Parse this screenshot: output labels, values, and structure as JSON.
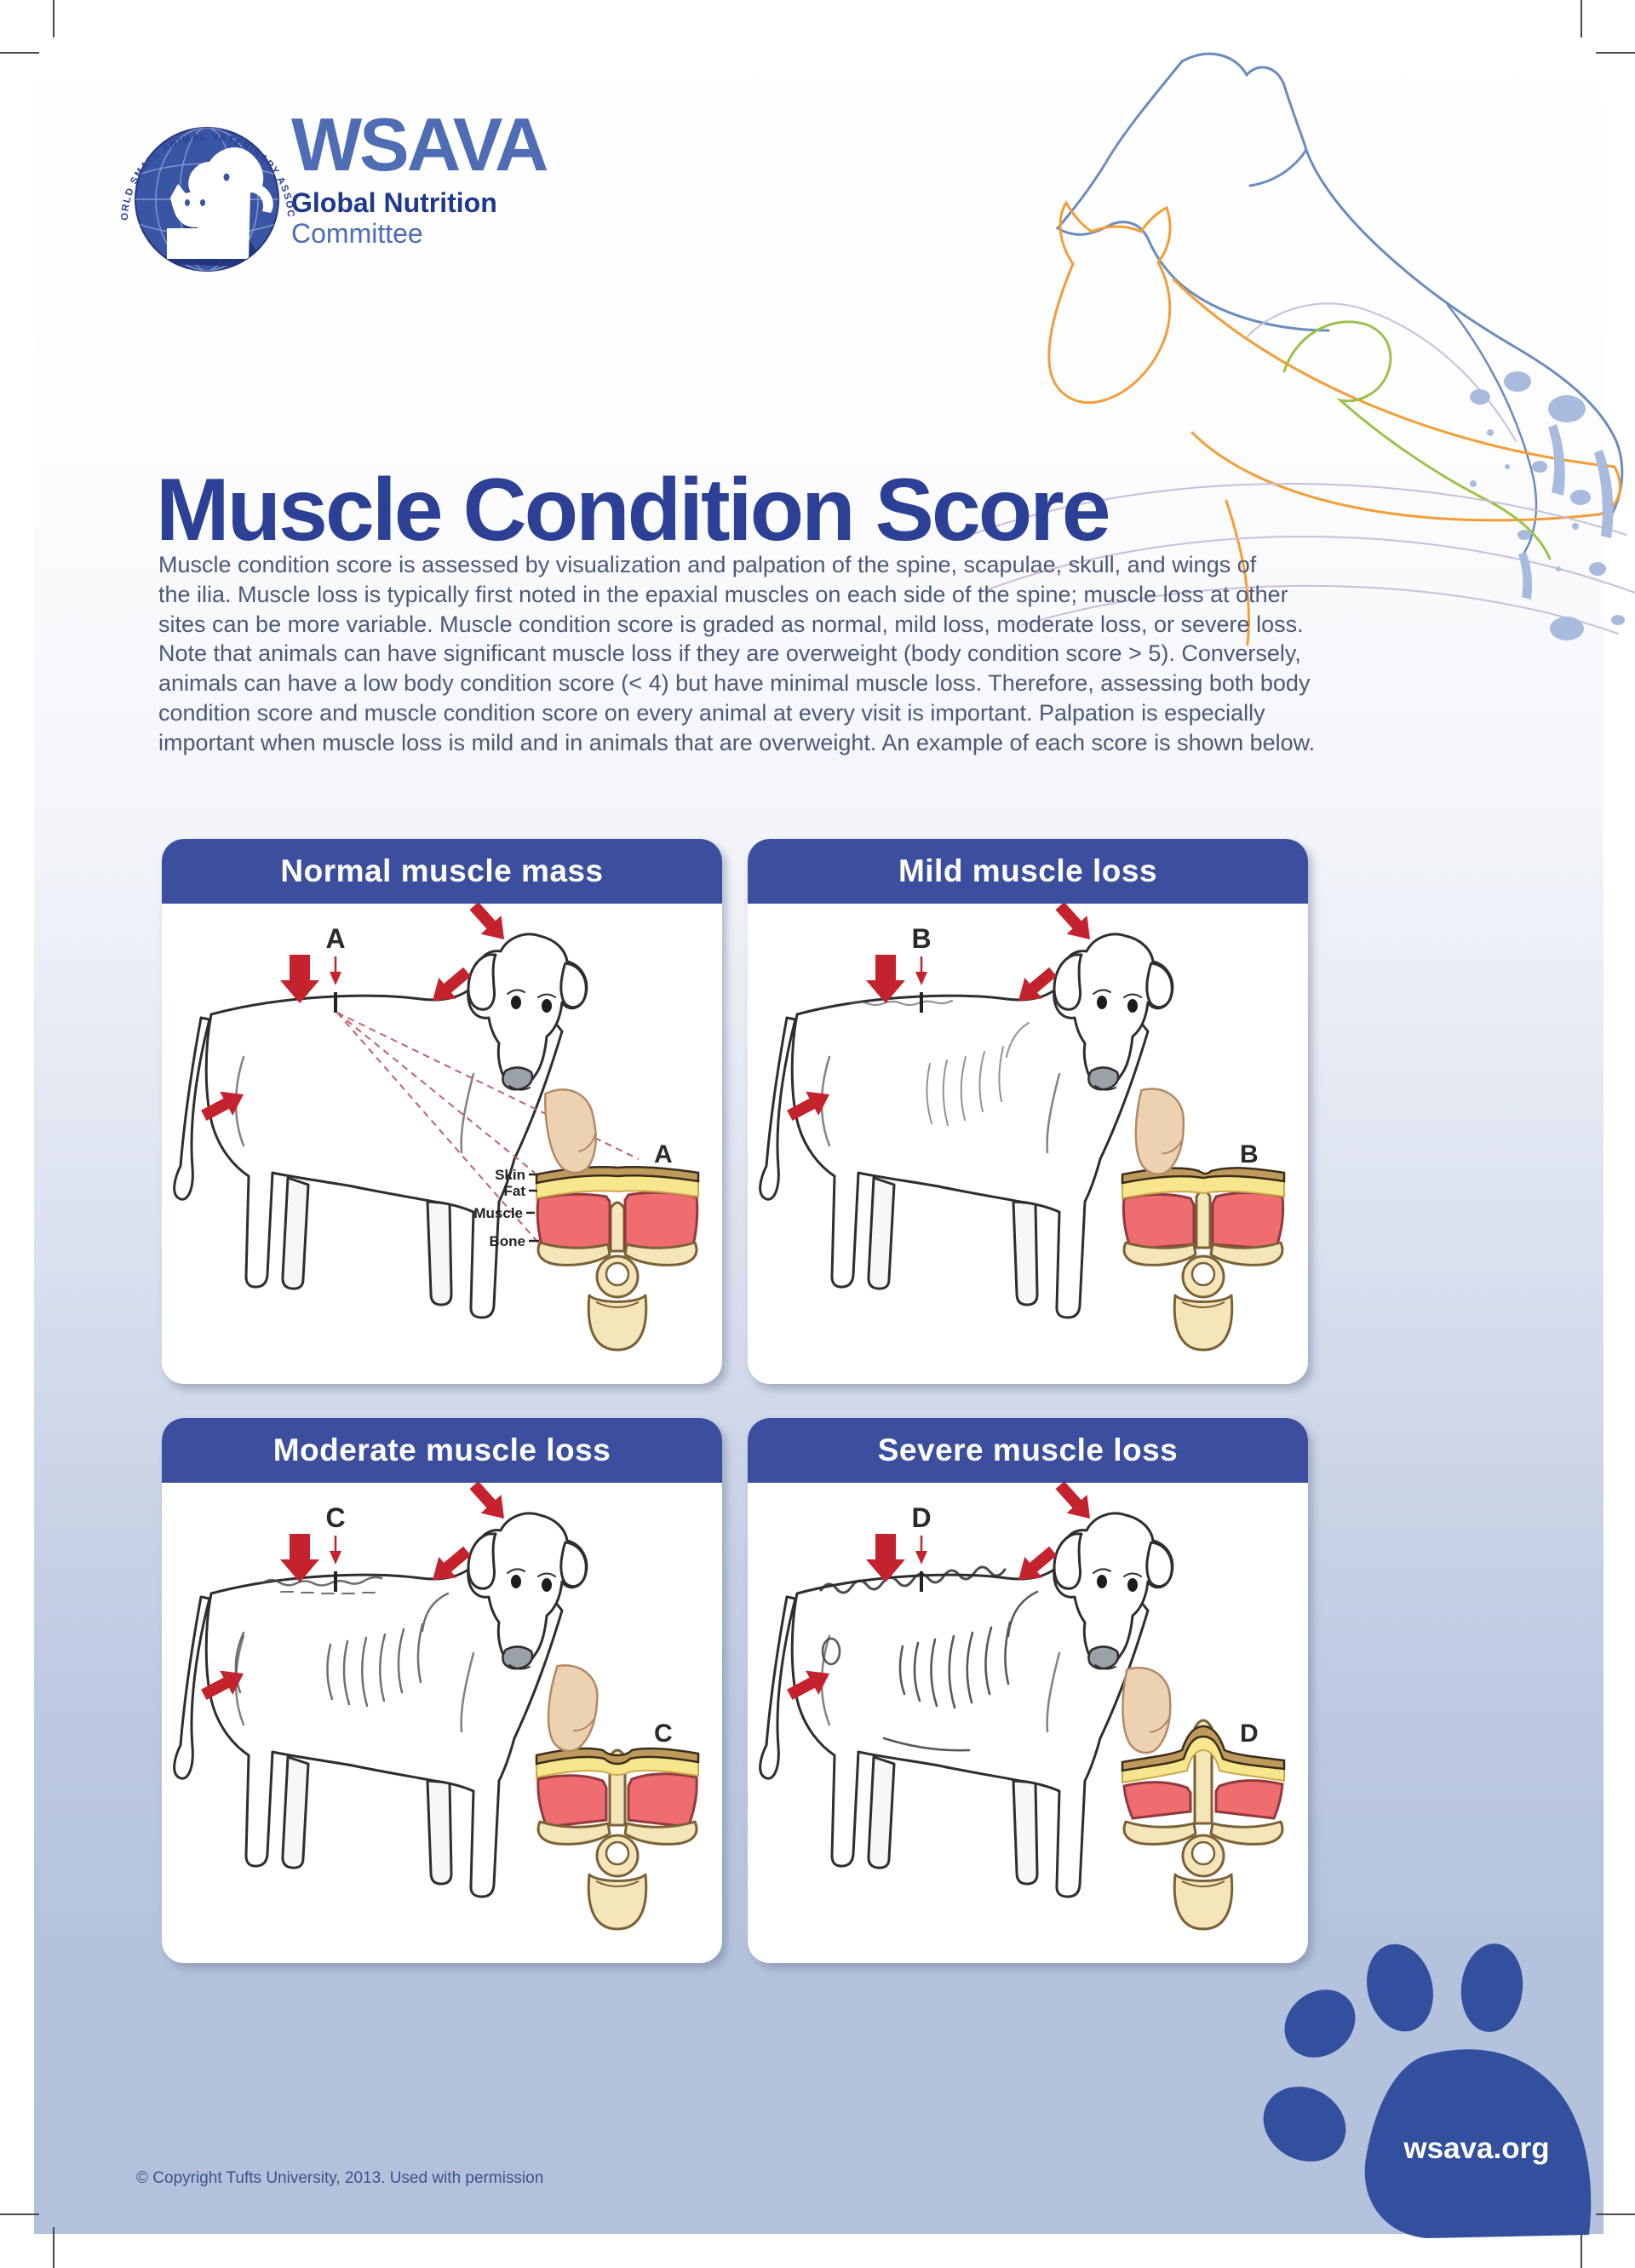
{
  "logo": {
    "ring_text": "THE WORLD SMALL ANIMAL VETERINARY ASSOCIATION",
    "acronym": "WSAVA",
    "program": "Global Nutrition",
    "committee": "Committee"
  },
  "title": "Muscle Condition Score",
  "intro_lines": [
    "Muscle condition score is assessed by visualization and palpation of the spine, scapulae, skull, and wings of",
    "the ilia. Muscle loss is typically first noted in the epaxial muscles on each side of the spine; muscle loss at other",
    "sites can be more variable. Muscle condition score is graded as normal, mild loss, moderate loss, or severe loss.",
    "Note that animals can have significant muscle loss if they are overweight (body condition score > 5). Conversely,",
    "animals can have a low body condition score (< 4) but have minimal muscle loss. Therefore, assessing both body",
    "condition score and muscle condition score on every animal at every visit is important. Palpation is especially",
    "important when muscle loss is mild and in animals that are overweight. An example of each score is shown below."
  ],
  "panels": [
    {
      "title": "Normal muscle mass",
      "letter": "A"
    },
    {
      "title": "Mild muscle loss",
      "letter": "B"
    },
    {
      "title": "Moderate muscle loss",
      "letter": "C"
    },
    {
      "title": "Severe muscle loss",
      "letter": "D"
    }
  ],
  "cross_section_labels": {
    "skin": "Skin",
    "fat": "Fat",
    "muscle": "Muscle",
    "bone": "Bone"
  },
  "footer": {
    "copyright": "© Copyright Tufts University, 2013. Used with permission",
    "website": "wsava.org"
  },
  "colors": {
    "header_blue": "#3b4f9e",
    "title_blue": "#2c4196",
    "brand_blue": "#4e6db5",
    "brand_navy": "#1e388e",
    "paw_blue": "#32509e",
    "arrow_red": "#c4232e",
    "muscle_pink": "#ef6d71",
    "fat_yellow": "#f8e68c",
    "skin_tan": "#bf9a5c",
    "bone_cream": "#f5e6ba",
    "background_blue": "#b3c1dc"
  }
}
